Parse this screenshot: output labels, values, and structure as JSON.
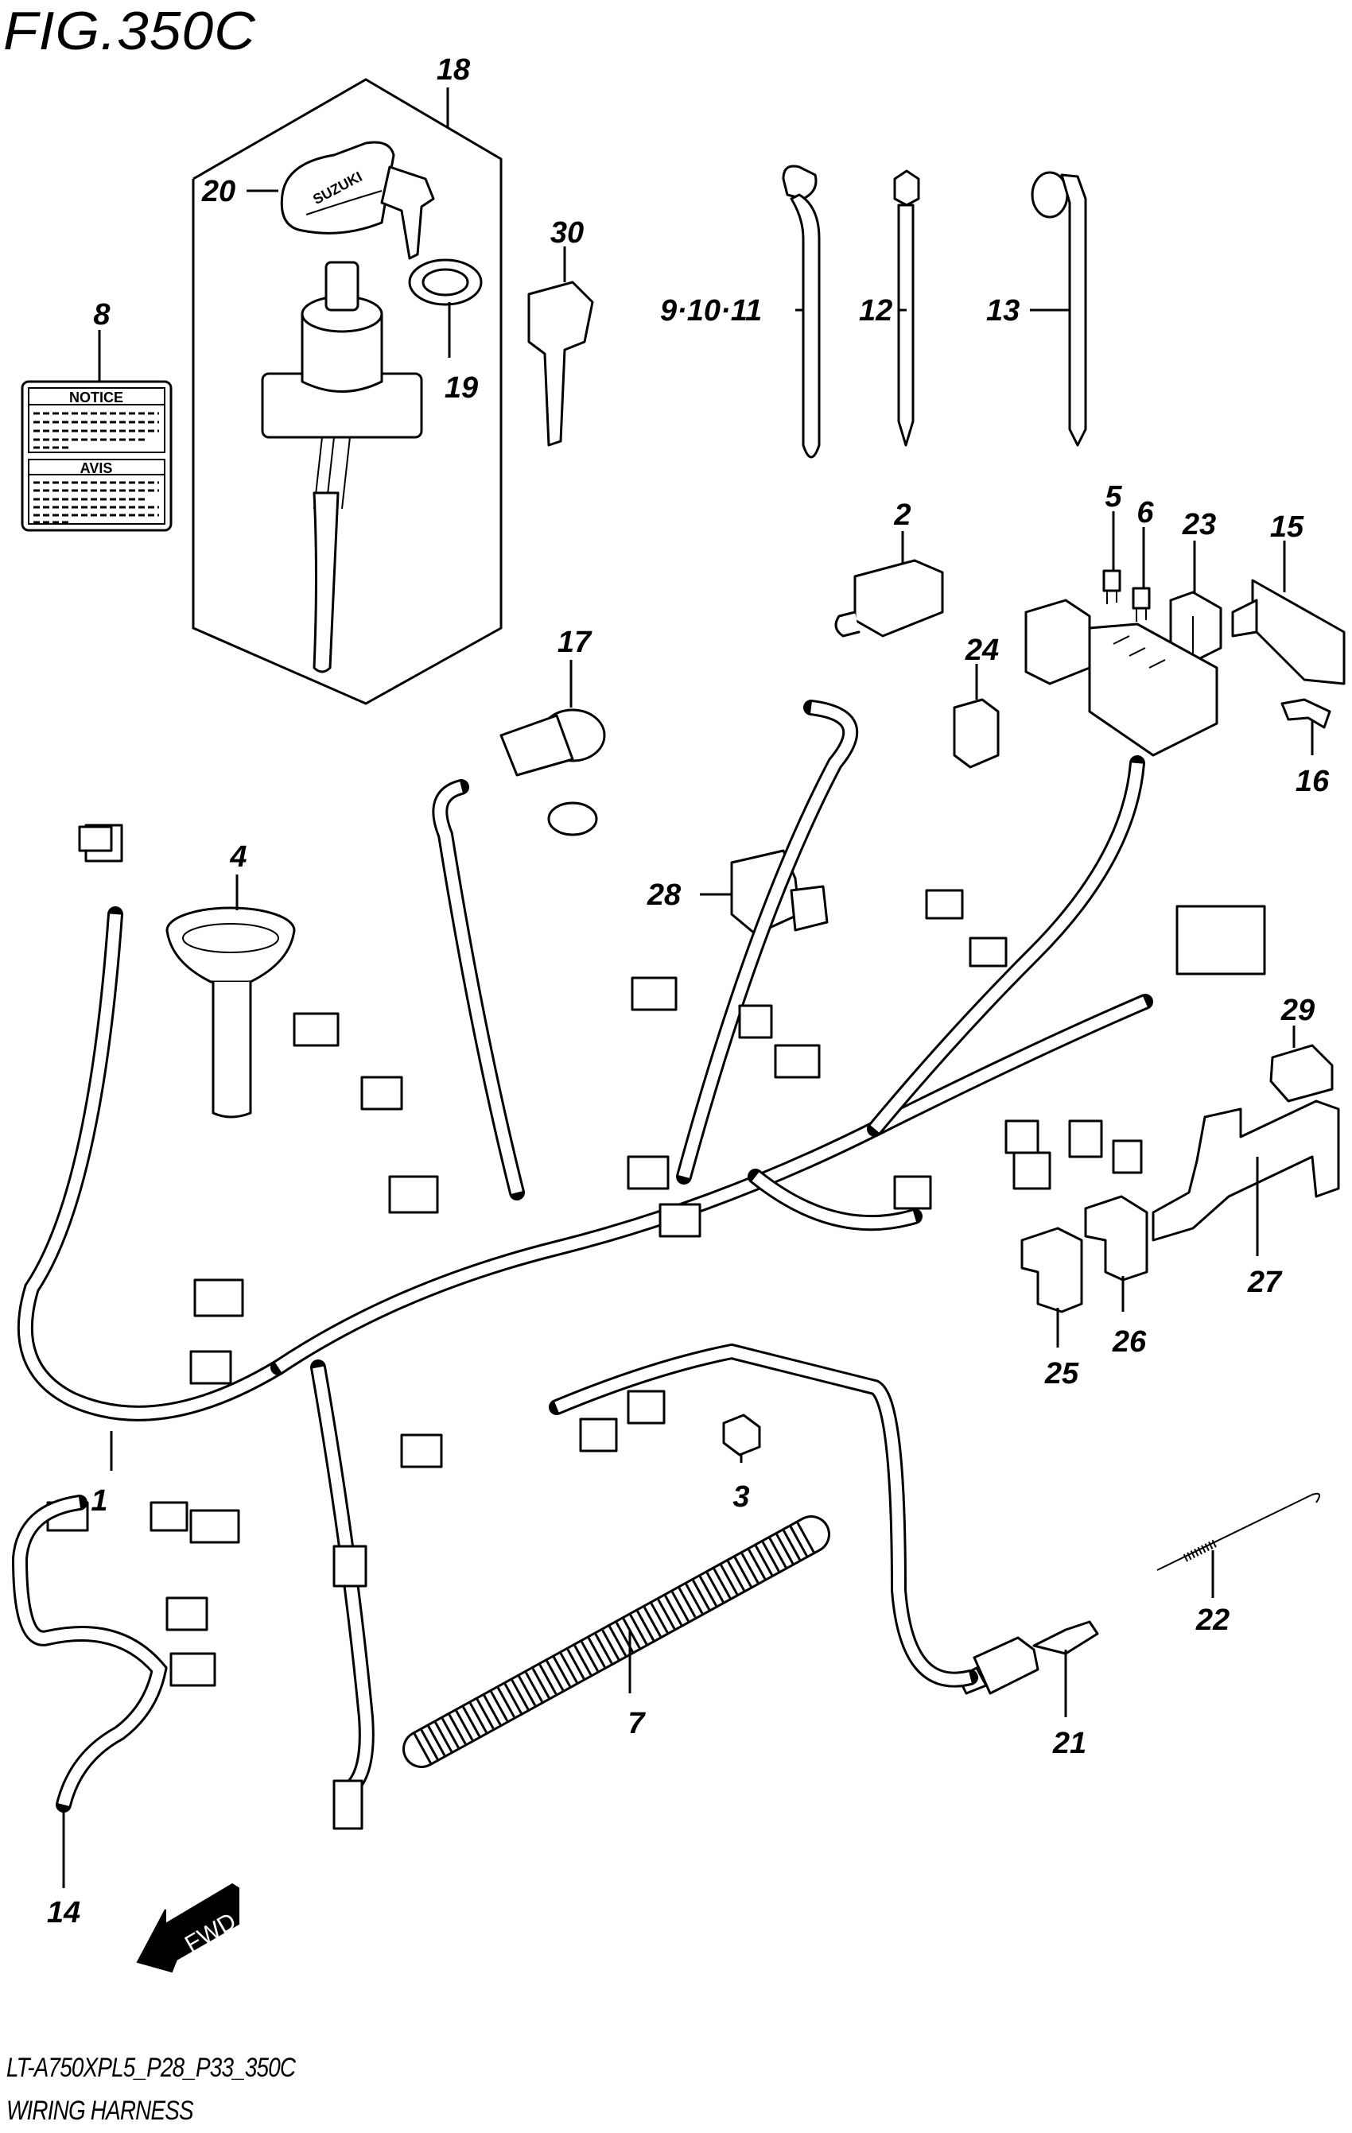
{
  "figure": {
    "title": "FIG.350C",
    "code": "LT-A750XPL5_P28_P33_350C",
    "name": "WIRING HARNESS"
  },
  "label_sticker": {
    "top_heading": "NOTICE",
    "bottom_heading": "AVIS"
  },
  "key_fob_brand": "SUZUKI",
  "direction_arrow": "FWD",
  "callouts": [
    {
      "id": "1",
      "text": "1"
    },
    {
      "id": "2",
      "text": "2"
    },
    {
      "id": "3",
      "text": "3"
    },
    {
      "id": "4",
      "text": "4"
    },
    {
      "id": "5",
      "text": "5"
    },
    {
      "id": "6",
      "text": "6"
    },
    {
      "id": "7",
      "text": "7"
    },
    {
      "id": "8",
      "text": "8"
    },
    {
      "id": "9-10-11",
      "text": "9·10·11"
    },
    {
      "id": "12",
      "text": "12"
    },
    {
      "id": "13",
      "text": "13"
    },
    {
      "id": "14",
      "text": "14"
    },
    {
      "id": "15",
      "text": "15"
    },
    {
      "id": "16",
      "text": "16"
    },
    {
      "id": "17",
      "text": "17"
    },
    {
      "id": "18",
      "text": "18"
    },
    {
      "id": "19",
      "text": "19"
    },
    {
      "id": "20",
      "text": "20"
    },
    {
      "id": "21",
      "text": "21"
    },
    {
      "id": "22",
      "text": "22"
    },
    {
      "id": "23",
      "text": "23"
    },
    {
      "id": "24",
      "text": "24"
    },
    {
      "id": "25",
      "text": "25"
    },
    {
      "id": "26",
      "text": "26"
    },
    {
      "id": "27",
      "text": "27"
    },
    {
      "id": "28",
      "text": "28"
    },
    {
      "id": "29",
      "text": "29"
    },
    {
      "id": "30",
      "text": "30"
    }
  ]
}
